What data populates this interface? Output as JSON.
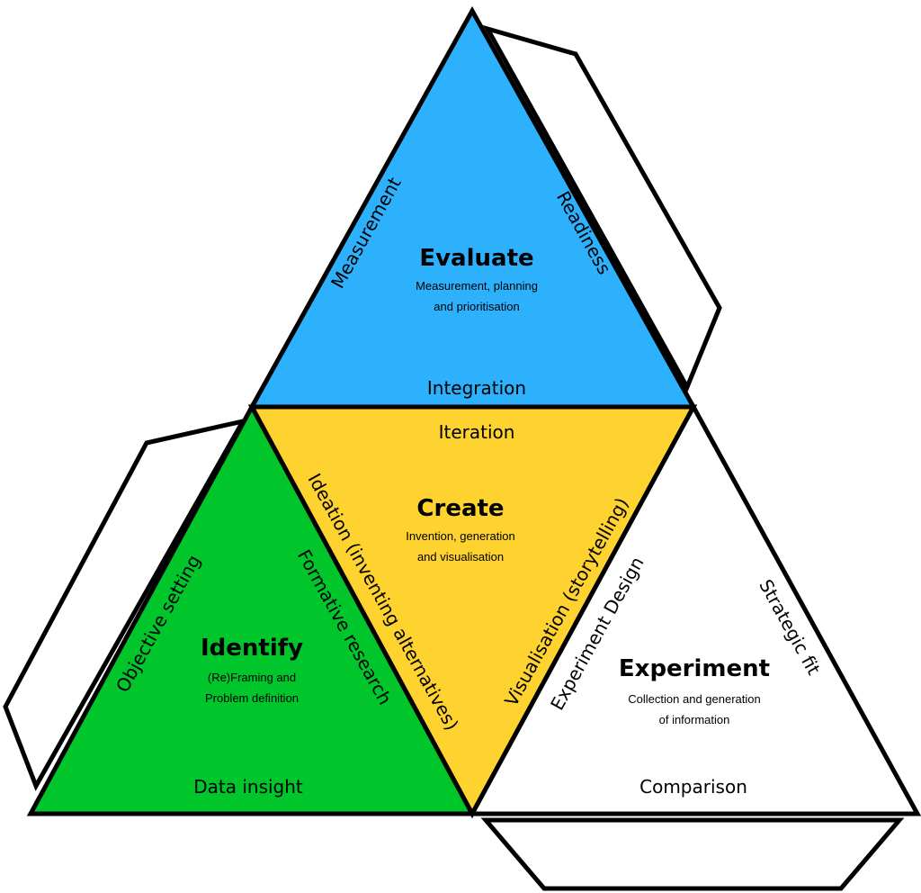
{
  "colors": {
    "evaluate": "#2db1fc",
    "create": "#fed22f",
    "identify": "#00c52b",
    "experiment": "#ffffff",
    "outline": "#000000"
  },
  "faces": {
    "evaluate": {
      "title": "Evaluate",
      "desc_line1": "Measurement, planning",
      "desc_line2": "and prioritisation",
      "edge_left": "Measurement",
      "edge_right": "Readiness",
      "edge_bottom": "Integration"
    },
    "create": {
      "title": "Create",
      "desc_line1": "Invention, generation",
      "desc_line2": "and visualisation",
      "edge_top": "Iteration",
      "edge_left": "Ideation (inventing alternatives)",
      "edge_right": "Visualisation (storytelling)"
    },
    "identify": {
      "title": "Identify",
      "desc_line1": "(Re)Framing and",
      "desc_line2": "Problem definition",
      "edge_left": "Objective setting",
      "edge_right": "Formative research",
      "edge_bottom": "Data insight"
    },
    "experiment": {
      "title": "Experiment",
      "desc_line1": "Collection and generation",
      "desc_line2": "of information",
      "edge_left": "Experiment Design",
      "edge_right": "Strategic fit",
      "edge_bottom": "Comparison"
    }
  }
}
